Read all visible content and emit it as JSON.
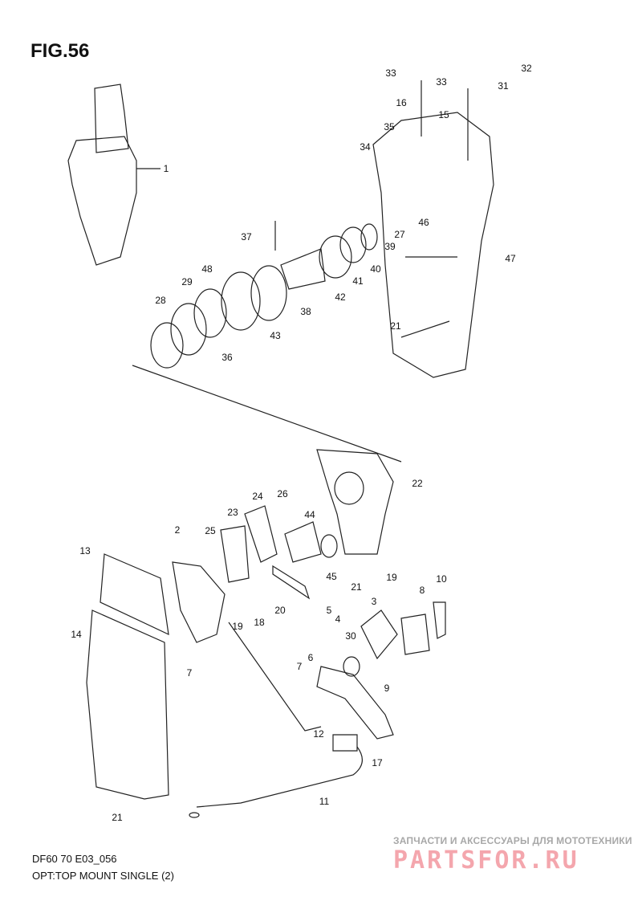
{
  "figure_title": "FIG.56",
  "footer": {
    "code": "DF60 70 E03_056",
    "caption": "OPT:TOP MOUNT SINGLE (2)"
  },
  "watermark": {
    "tagline": "ЗАПЧАСТИ И АКСЕССУАРЫ ДЛЯ МОТОТЕХНИКИ",
    "brand": "PARTSFOR.RU"
  },
  "callouts": [
    "1",
    "33",
    "16",
    "33",
    "32",
    "31",
    "15",
    "35",
    "34",
    "37",
    "48",
    "29",
    "28",
    "36",
    "43",
    "38",
    "42",
    "41",
    "40",
    "39",
    "27",
    "46",
    "47",
    "21",
    "22",
    "24",
    "26",
    "23",
    "44",
    "2",
    "25",
    "13",
    "45",
    "21",
    "19",
    "10",
    "3",
    "8",
    "5",
    "4",
    "14",
    "19",
    "18",
    "20",
    "7",
    "30",
    "7",
    "6",
    "9",
    "12",
    "17",
    "11",
    "21"
  ]
}
